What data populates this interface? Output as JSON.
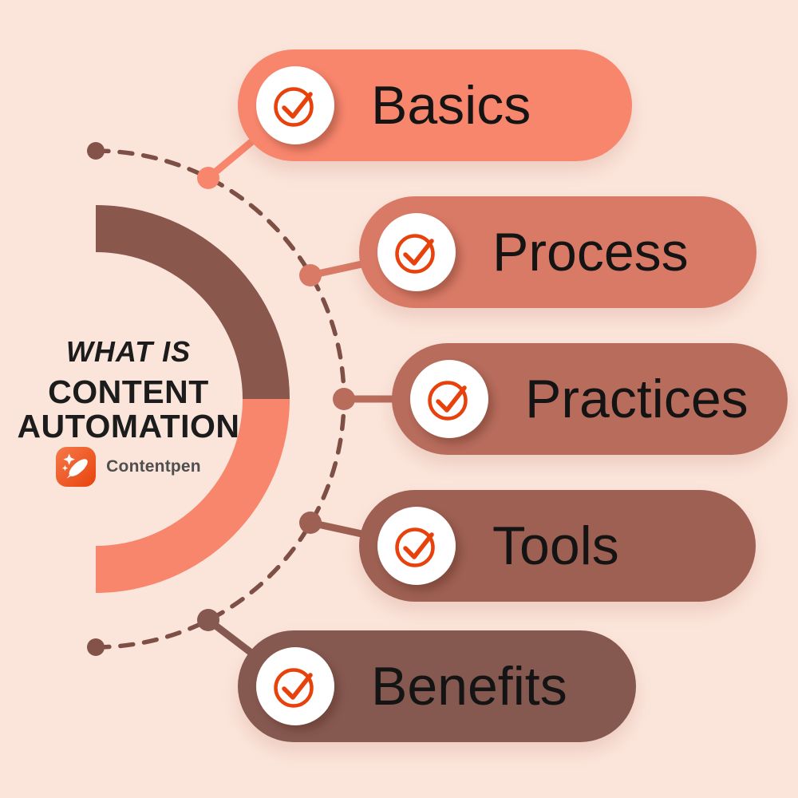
{
  "title": {
    "pre": "WHAT IS",
    "main1": "CONTENT",
    "main2": "AUTOMATION"
  },
  "brand": {
    "name": "Contentpen"
  },
  "items": [
    {
      "label": "Basics",
      "color": "#F8866D"
    },
    {
      "label": "Process",
      "color": "#D87A66"
    },
    {
      "label": "Practices",
      "color": "#B76C5C"
    },
    {
      "label": "Tools",
      "color": "#9D6053"
    },
    {
      "label": "Benefits",
      "color": "#855950"
    }
  ],
  "colors": {
    "background": "#FBE5DB",
    "ring_top": "#8A574C",
    "ring_bottom": "#F8866D",
    "dashed_arc": "#7E4F45",
    "end_dot": "#835349",
    "check": "#E8420C",
    "title_text": "#1C1C1C",
    "brand_text": "#4F4F4F",
    "logo_gradient_start": "#F5794B",
    "logo_gradient_end": "#E8430C"
  }
}
